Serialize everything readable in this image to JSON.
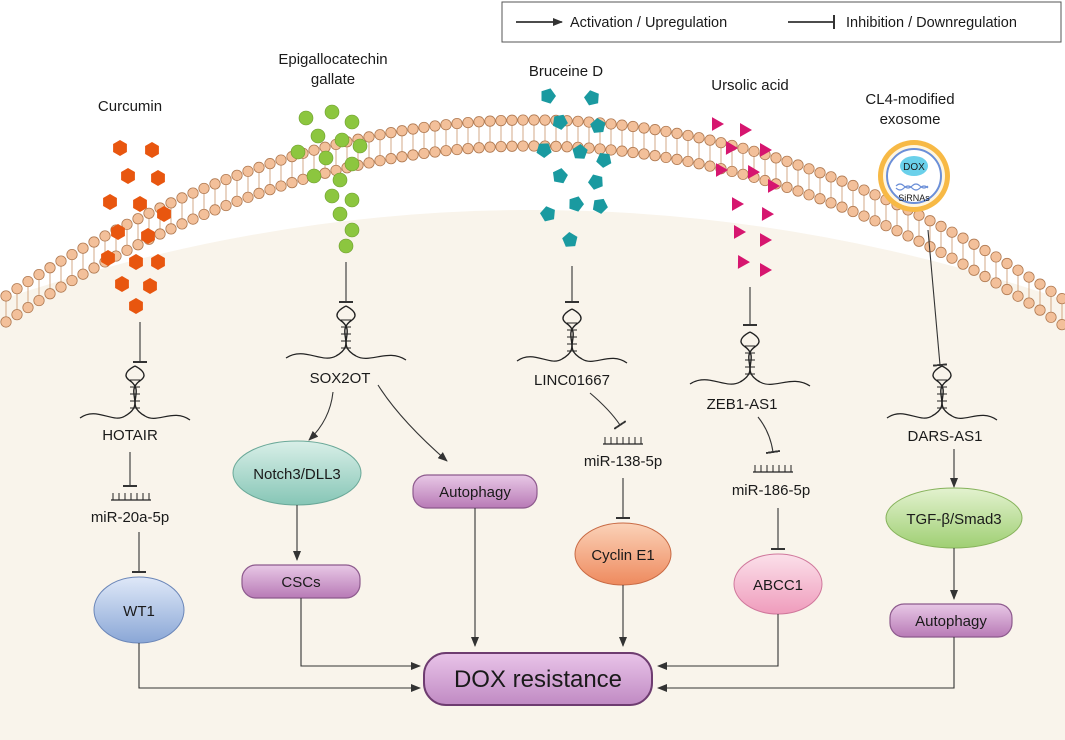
{
  "legend": {
    "activation": "Activation / Upregulation",
    "inhibition": "Inhibition / Downregulation"
  },
  "agents": {
    "curcumin": "Curcumin",
    "egcg_line1": "Epigallocatechin",
    "egcg_line2": "gallate",
    "bruceine": "Bruceine D",
    "ursolic": "Ursolic acid",
    "exosome_line1": "CL4-modified",
    "exosome_line2": "exosome",
    "exosome_dox": "DOX",
    "exosome_sirnas": "SiRNAs"
  },
  "lncrnas": {
    "hotair": "HOTAIR",
    "sox2ot": "SOX2OT",
    "linc01667": "LINC01667",
    "zeb1as1": "ZEB1-AS1",
    "darsas1": "DARS-AS1"
  },
  "mirnas": {
    "mir20a": "miR-20a-5p",
    "mir138": "miR-138-5p",
    "mir186": "miR-186-5p"
  },
  "targets": {
    "wt1": "WT1",
    "notch": "Notch3/DLL3",
    "cscs": "CSCs",
    "autophagy1": "Autophagy",
    "cyclin": "Cyclin E1",
    "abcc1": "ABCC1",
    "tgf": "TGF-β/Smad3",
    "autophagy2": "Autophagy"
  },
  "outcome": "DOX resistance",
  "colors": {
    "curcumin": "#e8560f",
    "egcg": "#8cc63f",
    "bruceine": "#1a9aa0",
    "ursolic": "#d6166f",
    "membrane_head": "#f3c09a",
    "cytoplasm": "#f9f4eb"
  }
}
